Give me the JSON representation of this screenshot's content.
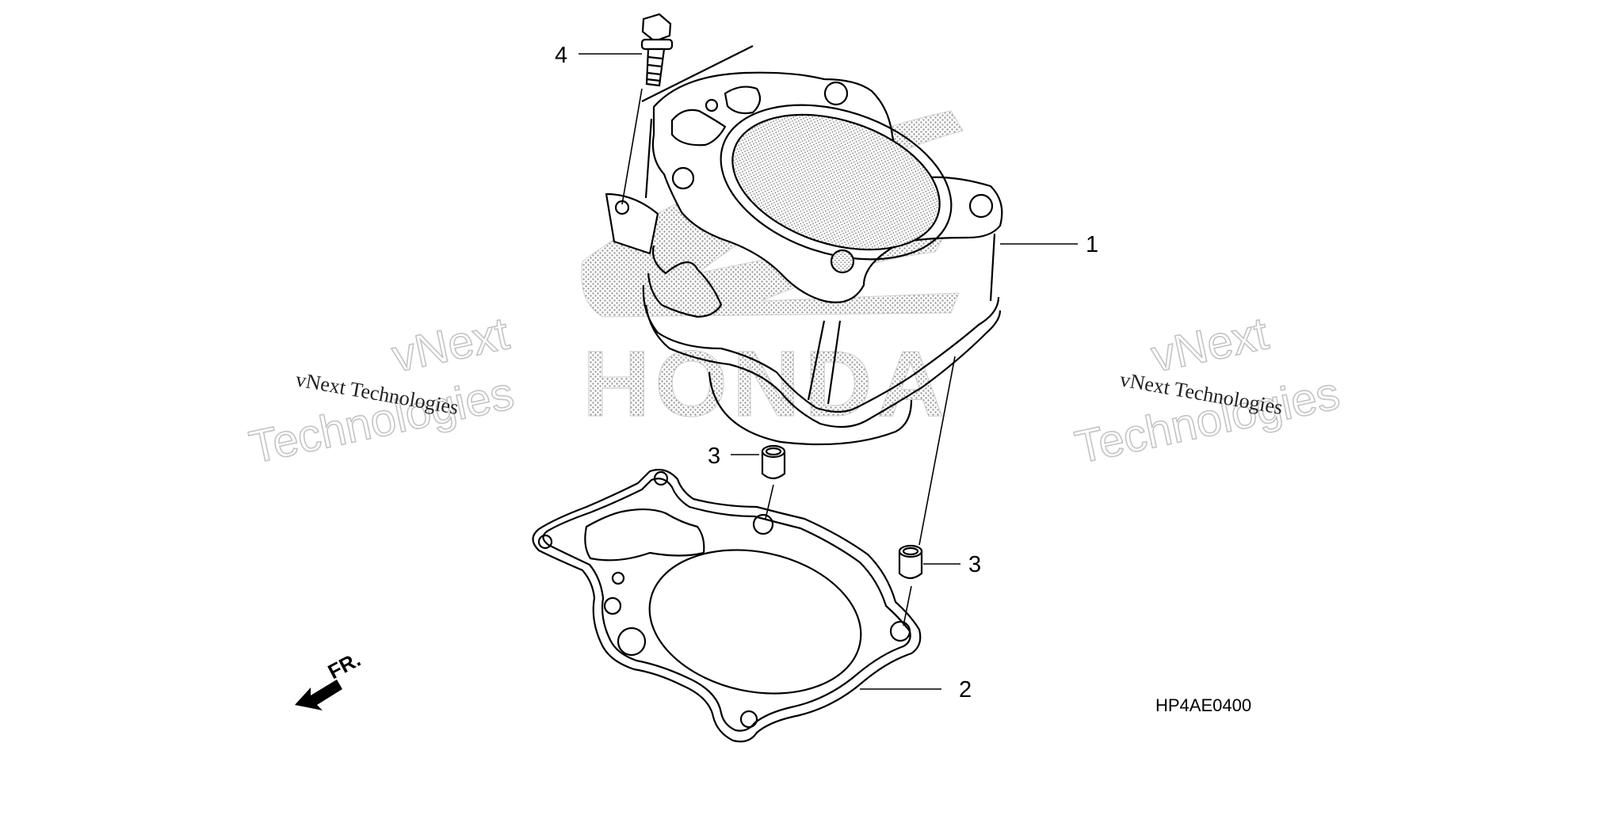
{
  "diagram": {
    "code": "HP4AE0400",
    "front_arrow_label": "FR.",
    "brand_logo": "HONDA",
    "watermark_line1": "vNext",
    "watermark_line2": "Technologies",
    "watermark_small": "vNext Technologies",
    "callouts": {
      "cylinder": "1",
      "gasket": "2",
      "dowel_upper": "3",
      "dowel_lower": "3",
      "bolt": "4"
    }
  },
  "colors": {
    "line": "#000000",
    "watermark": "#c4c4c4",
    "background": "#ffffff"
  }
}
